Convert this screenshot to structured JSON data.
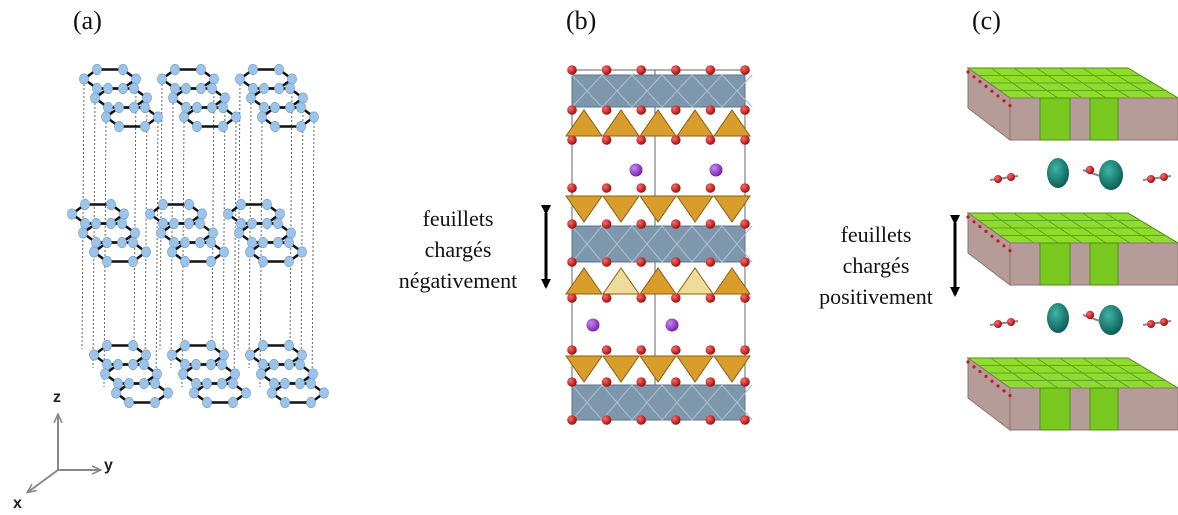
{
  "panels": {
    "a": {
      "label": "(a)",
      "axes": {
        "z": "z",
        "y": "y",
        "x": "x"
      }
    },
    "b": {
      "label": "(b)",
      "annotation": [
        "feuillets",
        "chargés",
        "négativement"
      ]
    },
    "c": {
      "label": "(c)",
      "annotation": [
        "feuillets",
        "chargés",
        "positivement"
      ]
    }
  },
  "colors": {
    "graphene_atom": "#9cc3e8",
    "graphene_bond": "#111111",
    "octahedra": "#7d97ad",
    "tetrahedra": "#d99d2b",
    "tetrahedra_light": "#eedc9a",
    "oxygen": "#cc1e1e",
    "cation": "#9a3ed0",
    "ldh_top": "#8fdc2e",
    "ldh_side": "#b59c98",
    "anion_center": "#1a7d72"
  }
}
